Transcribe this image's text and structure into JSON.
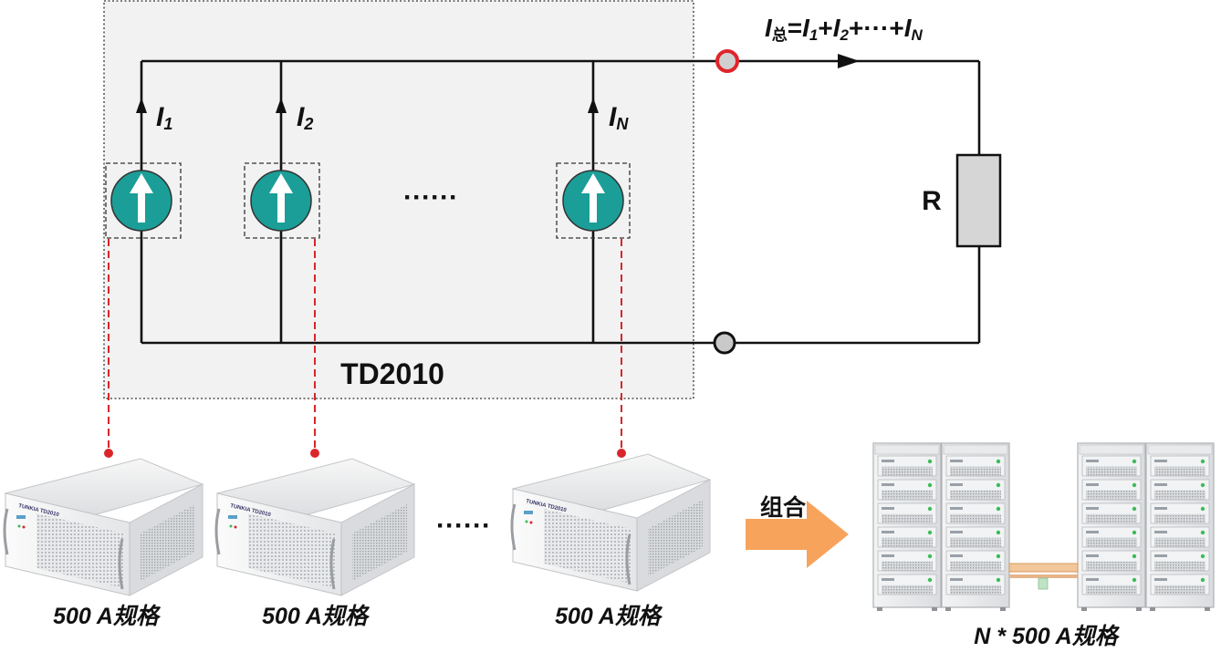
{
  "currents": [
    {
      "symbol": "I",
      "sub": "1"
    },
    {
      "symbol": "I",
      "sub": "2"
    },
    {
      "symbol": "I",
      "sub": "N"
    }
  ],
  "total_current": {
    "symbol": "I",
    "sub": "总",
    "equals": "=",
    "t1": "I",
    "s1": "1",
    "plus1": "+",
    "t2": "I",
    "s2": "2",
    "mid": "+···+",
    "tn": "I",
    "sn": "N"
  },
  "resistor_label": "R",
  "device_label": "TD2010",
  "ellipsis": "······",
  "unit_specs": [
    "500 A规格",
    "500 A规格",
    "500 A规格"
  ],
  "combine_label": "组合",
  "rack_spec": "N * 500 A规格",
  "unit_brand": "TUNKIA",
  "unit_model": "TD2010",
  "colors": {
    "source_fill": "#1b9e98",
    "connector_red": "#e0242b",
    "dash_red": "#d9262b",
    "arrow_orange": "#f7a35b",
    "box_bg": "#f2f2f2"
  }
}
